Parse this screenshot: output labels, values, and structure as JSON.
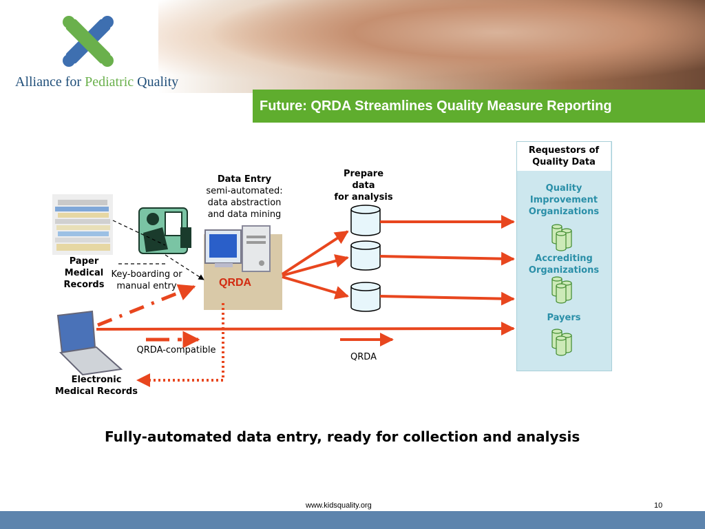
{
  "header": {
    "org_name_part1": "Alliance for ",
    "org_name_highlight": "Pediatric",
    "org_name_part2": " Quality",
    "slide_title": "Future: QRDA Streamlines Quality Measure Reporting"
  },
  "diagram": {
    "paper_records_label": [
      "Paper",
      "Medical",
      "Records"
    ],
    "keyboarding_label": [
      "Key-boarding or",
      "manual entry"
    ],
    "data_entry_title": "Data Entry",
    "data_entry_lines": [
      "semi-automated:",
      "data abstraction",
      "and data mining"
    ],
    "qrda_badge": "QRDA",
    "prepare_label": [
      "Prepare",
      "data",
      "for analysis"
    ],
    "qrda_compatible_label": "QRDA-compatible",
    "qrda_legend_label": "QRDA",
    "emr_label": [
      "Electronic",
      "Medical Records"
    ],
    "requestors_title": [
      "Requestors of",
      "Quality Data"
    ],
    "requestor_orgs": [
      [
        "Quality",
        "Improvement",
        "Organizations"
      ],
      [
        "Accrediting",
        "Organizations"
      ],
      [
        "Payers"
      ]
    ]
  },
  "caption": "Fully-automated data entry, ready for collection and analysis",
  "footer": {
    "url": "www.kidsquality.org",
    "page_number": "10"
  },
  "colors": {
    "title_bar": "#5fad2e",
    "arrow": "#e8461e",
    "teal_text": "#2a8fa8",
    "panel_bg": "#cde7ee",
    "footer_bar": "#5d84ad"
  }
}
